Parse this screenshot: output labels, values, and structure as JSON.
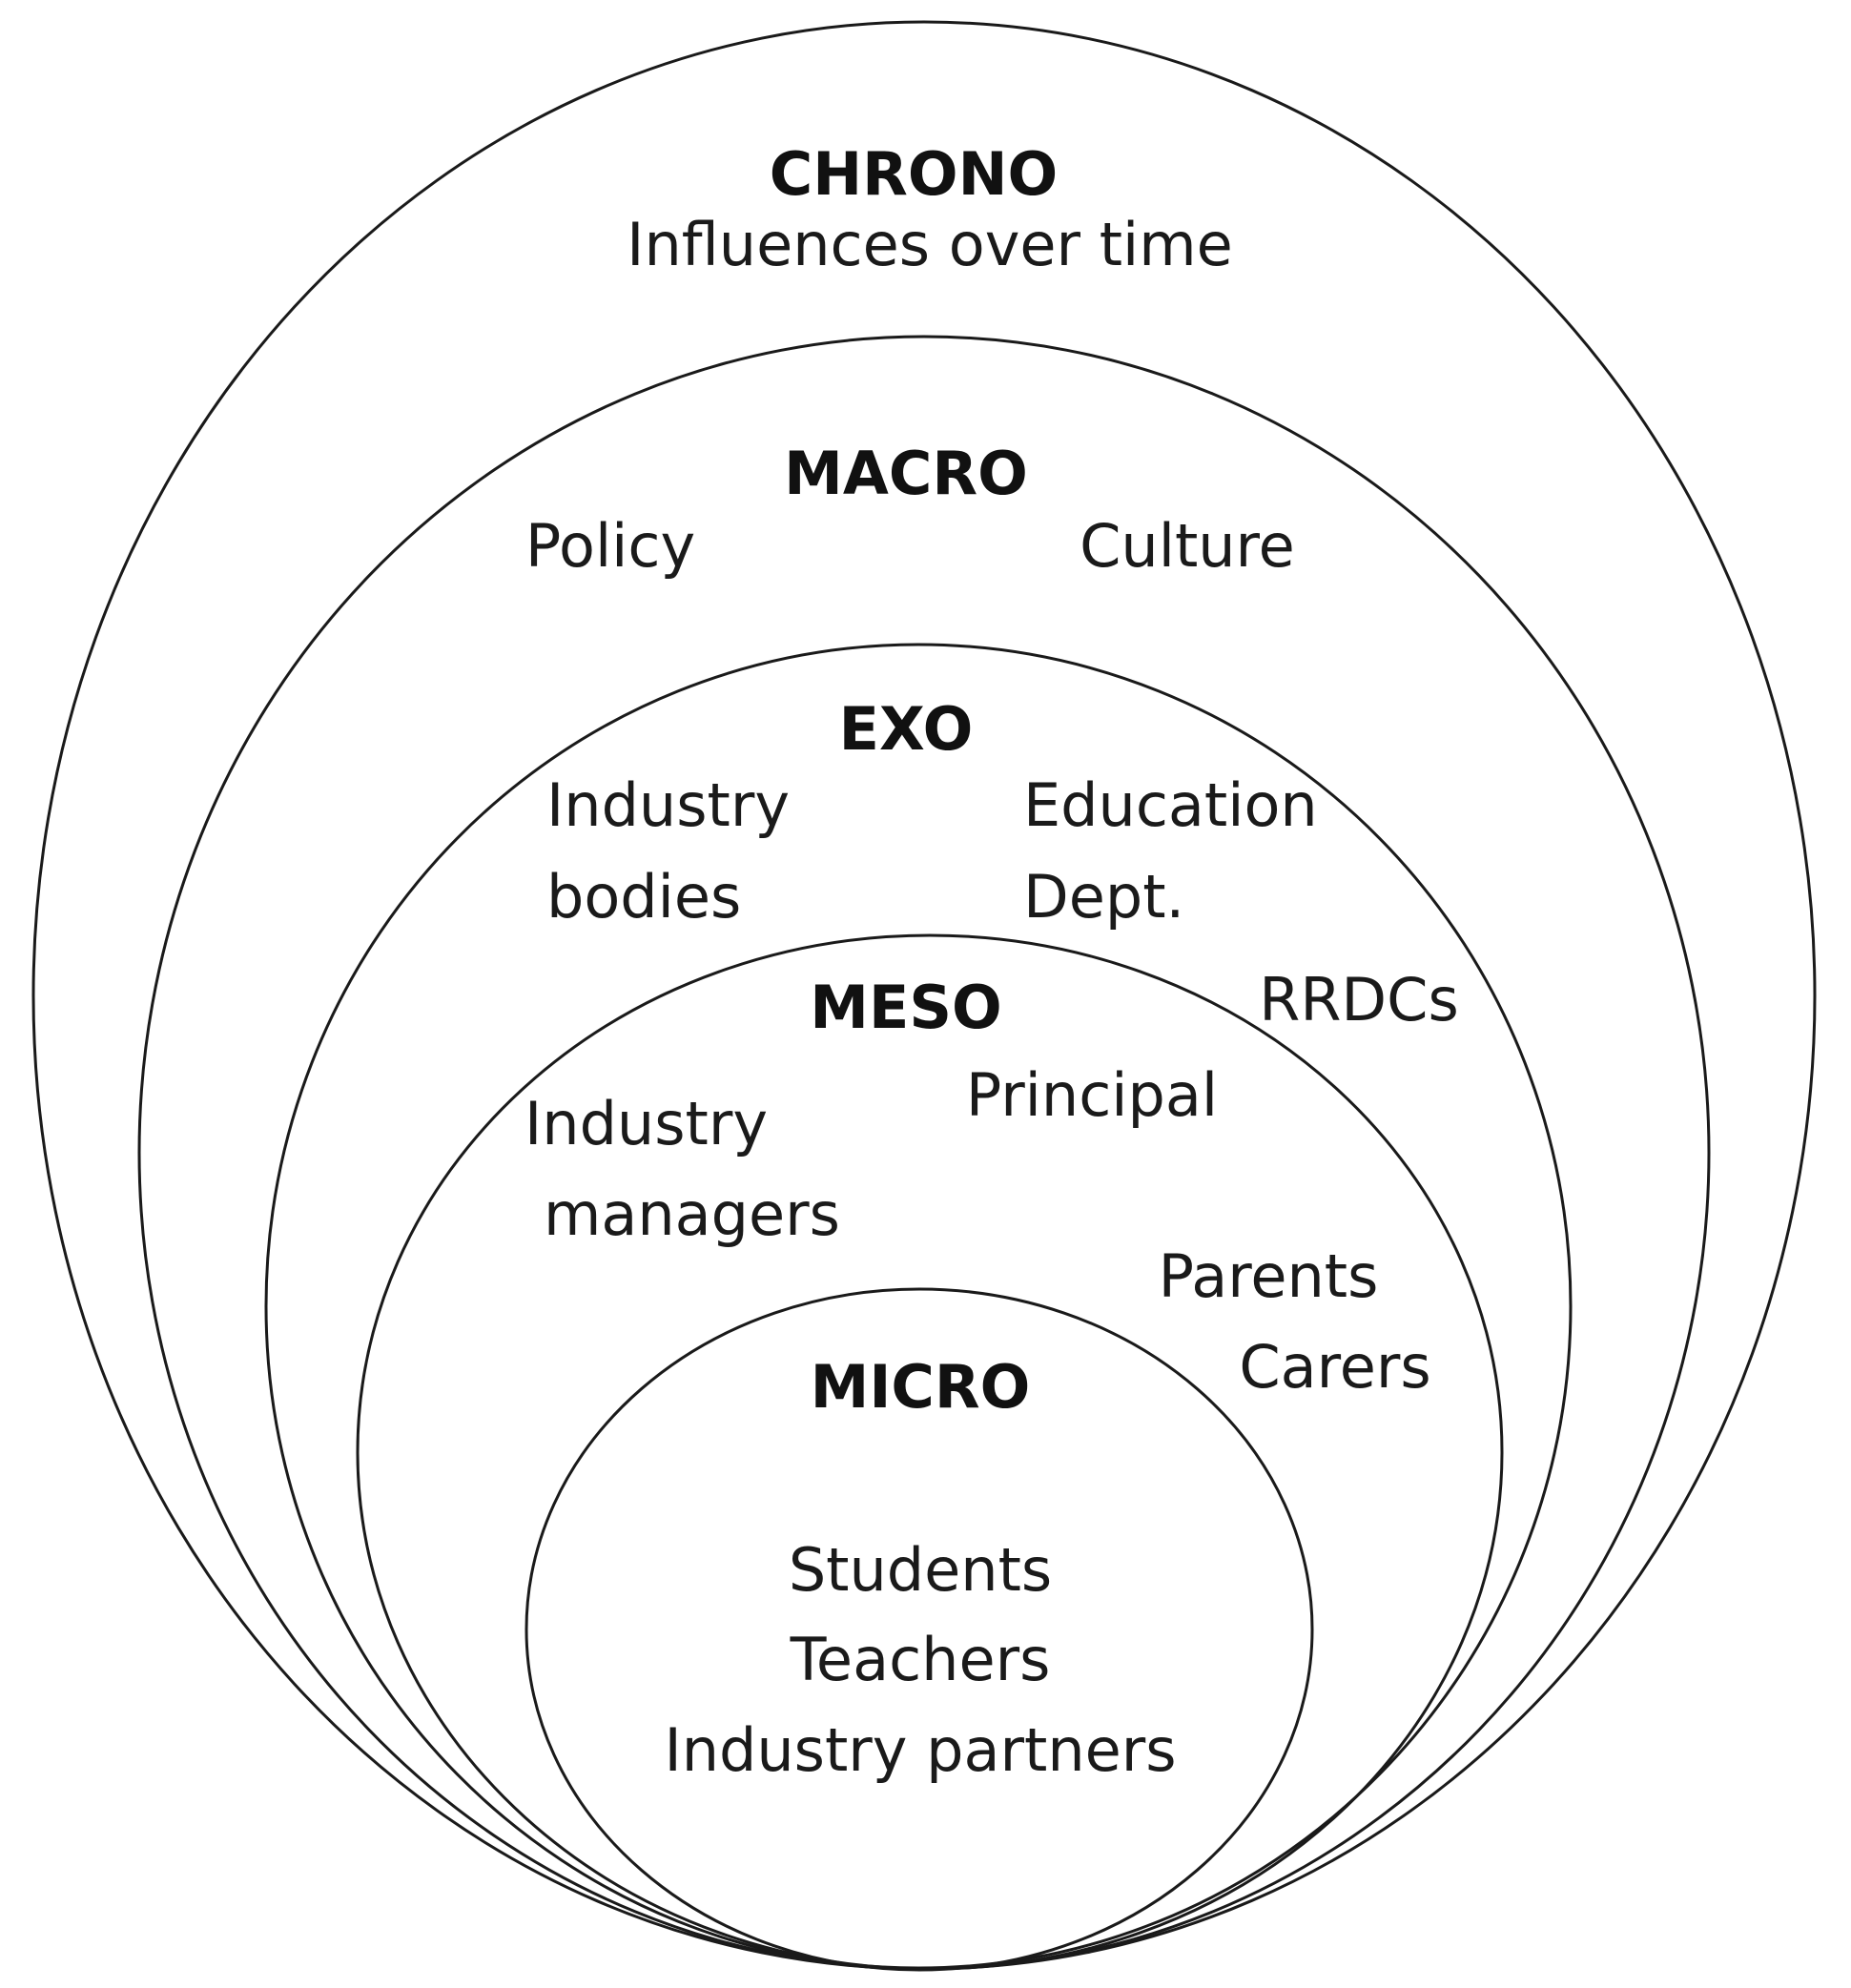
{
  "layers": {
    "chrono": {
      "title": "CHRONO",
      "items": [
        "Influences over time"
      ]
    },
    "macro": {
      "title": "MACRO",
      "items": [
        "Policy",
        "Culture"
      ]
    },
    "exo": {
      "title": "EXO",
      "items": [
        "Industry",
        "bodies",
        "Education",
        "Dept.",
        "RRDCs"
      ]
    },
    "meso": {
      "title": "MESO",
      "items": [
        "Industry",
        "managers",
        "Principal",
        "Parents",
        "Carers"
      ]
    },
    "micro": {
      "title": "MICRO",
      "items": [
        "Students",
        "Teachers",
        "Industry partners"
      ]
    }
  }
}
